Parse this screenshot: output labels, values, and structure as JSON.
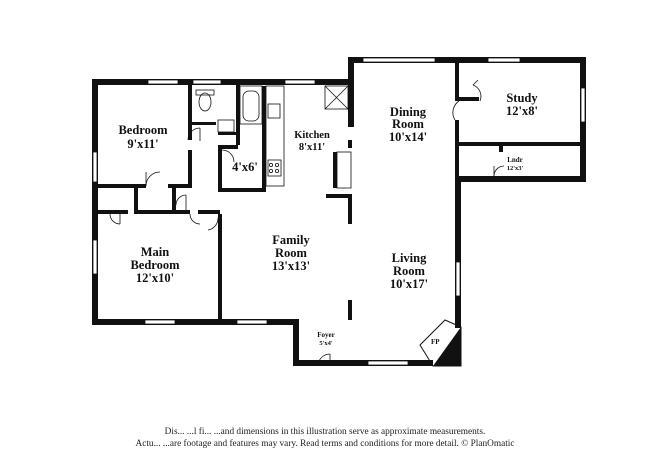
{
  "rooms": [
    {
      "name": "Bedroom",
      "dims": "9'x11'"
    },
    {
      "name": "Kitchen",
      "dims": "8'x11'"
    },
    {
      "name": "",
      "dims": "4'x6'"
    },
    {
      "name": "Dining Room",
      "dims": "10'x14'"
    },
    {
      "name": "Study",
      "dims": "12'x8'"
    },
    {
      "name": "Lndr",
      "dims": "12'x3'"
    },
    {
      "name": "Main Bedroom",
      "dims": "12'x10'"
    },
    {
      "name": "Family Room",
      "dims": "13'x13'"
    },
    {
      "name": "Living Room",
      "dims": "10'x17'"
    },
    {
      "name": "Foyer",
      "dims": "5'x4'"
    }
  ],
  "labels": {
    "bedroom_name": "Bedroom",
    "bedroom_dims": "9'x11'",
    "kitchen_name": "Kitchen",
    "kitchen_dims": "8'x11'",
    "closet_dims": "4'x6'",
    "dining_name_1": "Dining",
    "dining_name_2": "Room",
    "dining_dims": "10'x14'",
    "study_name": "Study",
    "study_dims": "12'x8'",
    "laundry_name": "Lndr",
    "laundry_dims": "12'x3'",
    "main_name_1": "Main",
    "main_name_2": "Bedroom",
    "main_dims": "12'x10'",
    "family_name_1": "Family",
    "family_name_2": "Room",
    "family_dims": "13'x13'",
    "living_name_1": "Living",
    "living_name_2": "Room",
    "living_dims": "10'x17'",
    "foyer_name": "Foyer",
    "foyer_dims": "5'x4'",
    "fireplace": "FP"
  },
  "disclaimer": {
    "line1": "Dis... ...l fi... ...and dimensions in this illustration serve as approximate measurements.",
    "line2": "Actu... ...are footage and features may vary. Read terms and conditions for more detail. © PlanOmatic"
  },
  "colors": {
    "wall": "#111111",
    "window": "#ffffff",
    "background": "#ffffff"
  }
}
